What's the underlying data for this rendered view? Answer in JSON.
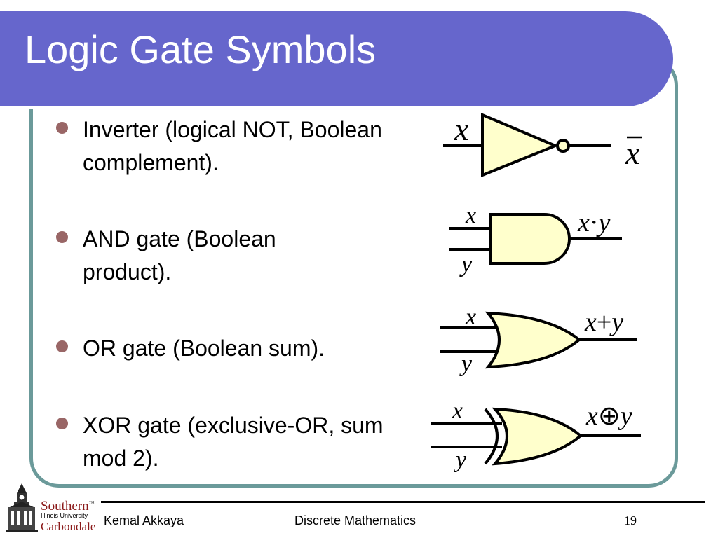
{
  "slide": {
    "title": "Logic Gate Symbols",
    "bullets": [
      {
        "text": "Inverter (logical NOT, Boolean complement)."
      },
      {
        "text": "AND gate (Boolean product)."
      },
      {
        "text": "OR gate (Boolean sum)."
      },
      {
        "text": "XOR gate (exclusive-OR, sum mod 2)."
      }
    ]
  },
  "gates": {
    "not": {
      "input": "x",
      "output": "x"
    },
    "and": {
      "input_top": "x",
      "input_bottom": "y",
      "output_left": "x",
      "output_op": "·",
      "output_right": "y"
    },
    "or": {
      "input_top": "x",
      "input_bottom": "y",
      "output_left": "x",
      "output_op": "+",
      "output_right": "y"
    },
    "xor": {
      "input_top": "x",
      "input_bottom": "y",
      "output_left": "x",
      "output_op": "⊕",
      "output_right": "y"
    }
  },
  "colors": {
    "title_bar": "#6666cc",
    "frame_border": "#6b9a9a",
    "bullet": "#996666",
    "gate_fill": "#ffffcc"
  },
  "footer": {
    "author": "Kemal Akkaya",
    "course": "Discrete Mathematics",
    "page": "19"
  },
  "logo": {
    "line1": "Southern",
    "tm": "™",
    "line2": "Illinois University",
    "line3": "Carbondale"
  }
}
